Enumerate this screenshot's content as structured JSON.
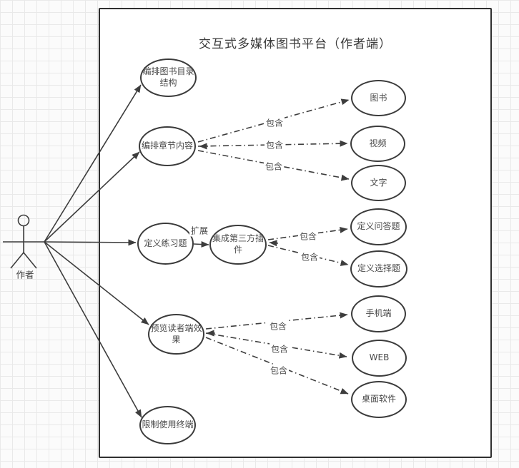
{
  "title": "交互式多媒体图书平台（作者端）",
  "actor": {
    "label": "作者"
  },
  "nodes": [
    {
      "id": "catalog",
      "label": "编排图书目录结构"
    },
    {
      "id": "chapter",
      "label": "编排章节内容"
    },
    {
      "id": "exercise",
      "label": "定义练习题"
    },
    {
      "id": "plugin",
      "label": "集成第三方插件"
    },
    {
      "id": "preview",
      "label": "预览读者端效果"
    },
    {
      "id": "restrict",
      "label": "限制使用终端"
    },
    {
      "id": "book",
      "label": "图书"
    },
    {
      "id": "video",
      "label": "视频"
    },
    {
      "id": "text",
      "label": "文字"
    },
    {
      "id": "qa",
      "label": "定义问答题"
    },
    {
      "id": "choice",
      "label": "定义选择题"
    },
    {
      "id": "mobile",
      "label": "手机端"
    },
    {
      "id": "web",
      "label": "WEB"
    },
    {
      "id": "desktop",
      "label": "桌面软件"
    }
  ],
  "edges": [
    {
      "from": "编排章节内容",
      "to": "图书",
      "type": "include",
      "label": "包含"
    },
    {
      "from": "编排章节内容",
      "to": "视频",
      "type": "include",
      "label": "包含"
    },
    {
      "from": "编排章节内容",
      "to": "文字",
      "type": "include",
      "label": "包含"
    },
    {
      "from": "定义练习题",
      "to": "集成第三方插件",
      "type": "extend",
      "label": "扩展"
    },
    {
      "from": "集成第三方插件",
      "to": "定义问答题",
      "type": "include",
      "label": "包含"
    },
    {
      "from": "集成第三方插件",
      "to": "定义选择题",
      "type": "include",
      "label": "包含"
    },
    {
      "from": "预览读者端效果",
      "to": "手机端",
      "type": "include",
      "label": "包含"
    },
    {
      "from": "预览读者端效果",
      "to": "WEB",
      "type": "include",
      "label": "包含"
    },
    {
      "from": "预览读者端效果",
      "to": "桌面软件",
      "type": "include",
      "label": "包含"
    },
    {
      "from": "作者",
      "to": "编排图书目录结构",
      "type": "association",
      "label": ""
    },
    {
      "from": "作者",
      "to": "编排章节内容",
      "type": "association",
      "label": ""
    },
    {
      "from": "作者",
      "to": "定义练习题",
      "type": "association",
      "label": ""
    },
    {
      "from": "作者",
      "to": "预览读者端效果",
      "type": "association",
      "label": ""
    },
    {
      "from": "作者",
      "to": "限制使用终端",
      "type": "association",
      "label": ""
    }
  ],
  "colors": {
    "stroke": "#3d3d3d",
    "node_border": "#3b3b3b",
    "text": "#4a4a4a",
    "grid_line": "#e9e9e9",
    "background": "#ffffff"
  }
}
